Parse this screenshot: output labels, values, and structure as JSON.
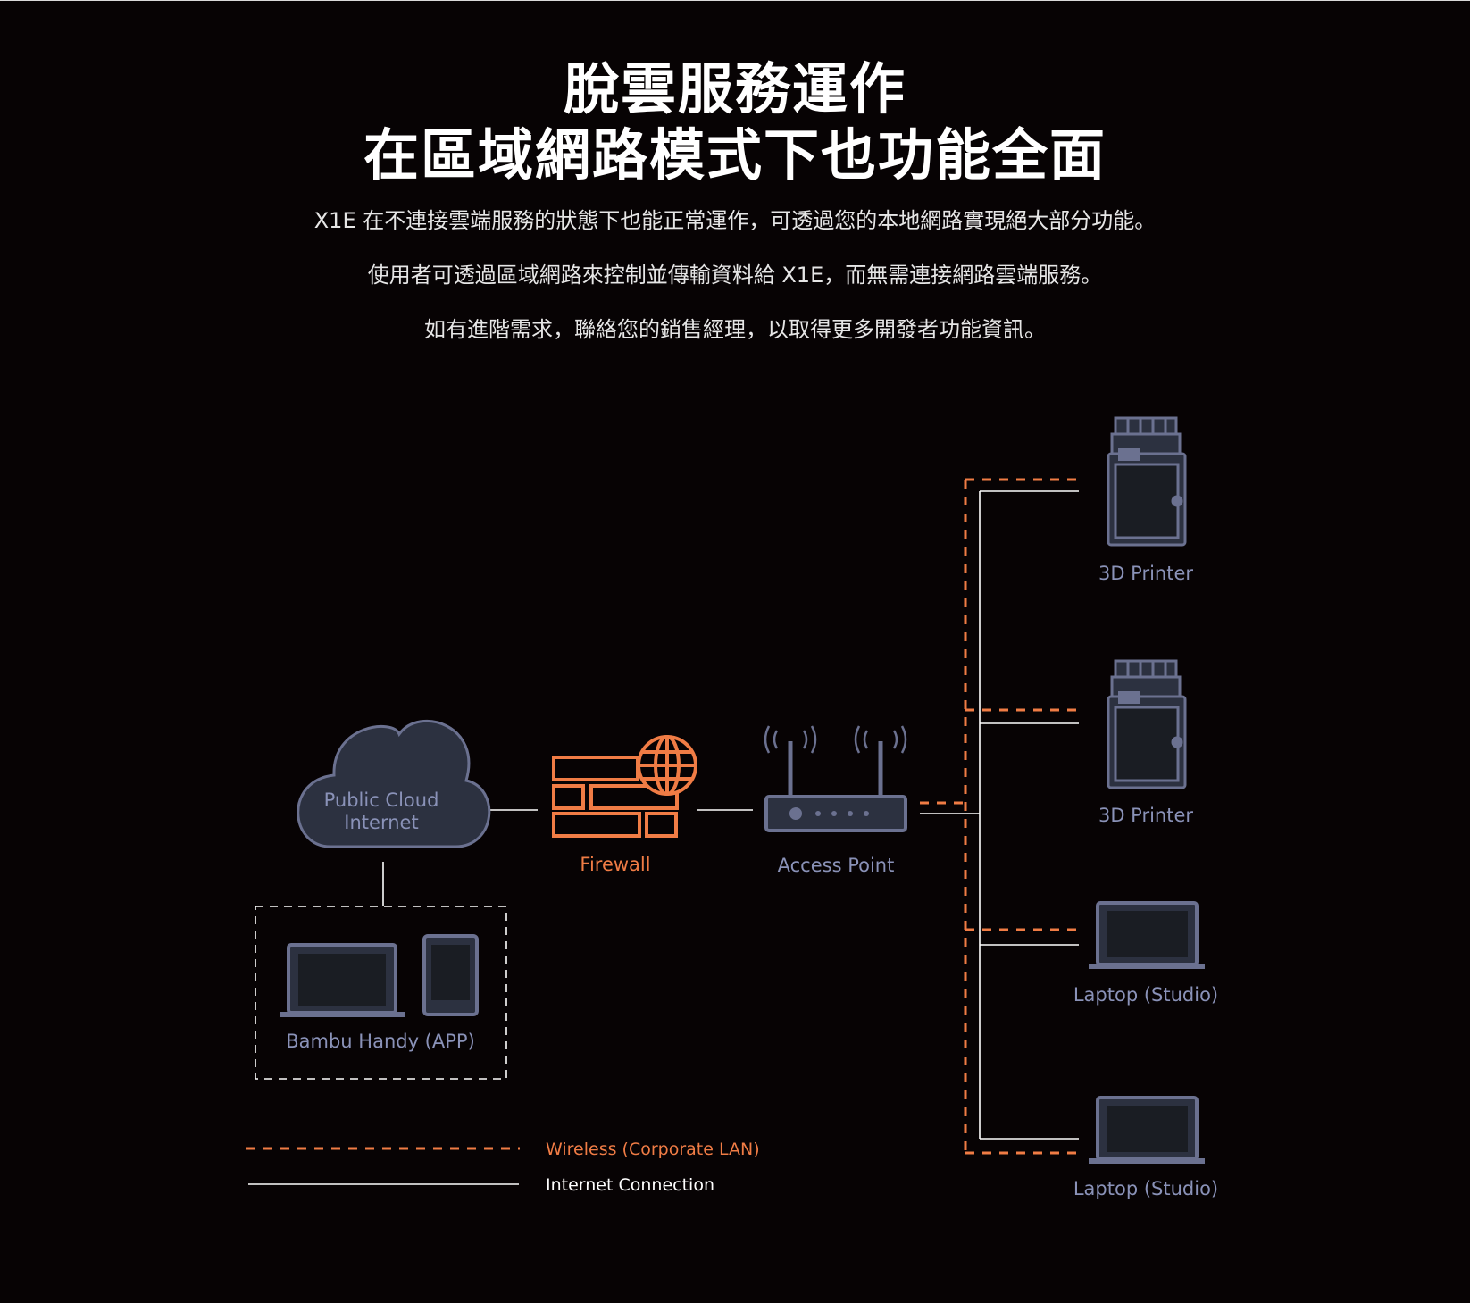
{
  "header": {
    "title_line1": "脫雲服務運作",
    "title_line2": "在區域網路模式下也功能全面"
  },
  "description": [
    "X1E 在不連接雲端服務的狀態下也能正常運作，可透過您的本地網路實現絕大部分功能。",
    "使用者可透過區域網路來控制並傳輸資料給 X1E，而無需連接網路雲端服務。",
    "如有進階需求，聯絡您的銷售經理，以取得更多開發者功能資訊。"
  ],
  "diagram": {
    "cloud": {
      "label_line1": "Public Cloud",
      "label_line2": "Internet"
    },
    "firewall": {
      "label": "Firewall"
    },
    "access_point": {
      "label": "Access Point"
    },
    "app_group": {
      "label": "Bambu Handy (APP)"
    },
    "devices": [
      {
        "type": "3d-printer",
        "label": "3D Printer"
      },
      {
        "type": "3d-printer",
        "label": "3D Printer"
      },
      {
        "type": "laptop",
        "label": "Laptop (Studio)"
      },
      {
        "type": "laptop",
        "label": "Laptop (Studio)"
      }
    ],
    "legend": {
      "wireless": "Wireless (Corporate LAN)",
      "internet": "Internet Connection"
    }
  },
  "colors": {
    "background": "#070304",
    "device_stroke": "#6b7190",
    "device_label": "#8a92b8",
    "accent_orange": "#f07c45",
    "line_white": "#ffffff"
  }
}
